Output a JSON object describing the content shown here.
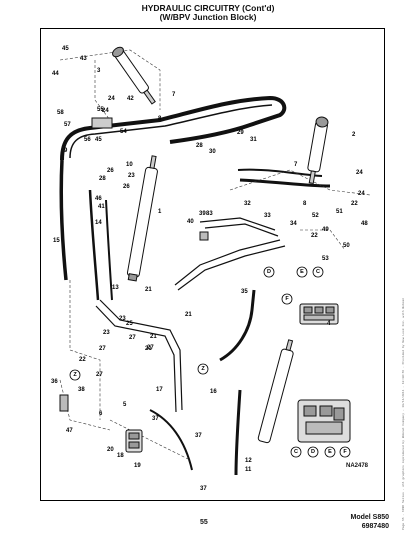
{
  "header": {
    "title": "HYDRAULIC CIRCUITRY (Cont'd)",
    "subtitle": "(W/BPV Junction Block)"
  },
  "diagram": {
    "callouts": [
      {
        "n": "45"
      },
      {
        "n": "43"
      },
      {
        "n": "3"
      },
      {
        "n": "44"
      },
      {
        "n": "42"
      },
      {
        "n": "24"
      },
      {
        "n": "24"
      },
      {
        "n": "7"
      },
      {
        "n": "58"
      },
      {
        "n": "55"
      },
      {
        "n": "57"
      },
      {
        "n": "8"
      },
      {
        "n": "54"
      },
      {
        "n": "56"
      },
      {
        "n": "45"
      },
      {
        "n": "9"
      },
      {
        "n": "10"
      },
      {
        "n": "26"
      },
      {
        "n": "28"
      },
      {
        "n": "23"
      },
      {
        "n": "26"
      },
      {
        "n": "46"
      },
      {
        "n": "41"
      },
      {
        "n": "2"
      },
      {
        "n": "29"
      },
      {
        "n": "31"
      },
      {
        "n": "28"
      },
      {
        "n": "30"
      },
      {
        "n": "7"
      },
      {
        "n": "24"
      },
      {
        "n": "24"
      },
      {
        "n": "8"
      },
      {
        "n": "32"
      },
      {
        "n": "22"
      },
      {
        "n": "52"
      },
      {
        "n": "51"
      },
      {
        "n": "48"
      },
      {
        "n": "1"
      },
      {
        "n": "14"
      },
      {
        "n": "40"
      },
      {
        "n": "39"
      },
      {
        "n": "83"
      },
      {
        "n": "33"
      },
      {
        "n": "34"
      },
      {
        "n": "49"
      },
      {
        "n": "22"
      },
      {
        "n": "50"
      },
      {
        "n": "15"
      },
      {
        "n": "53"
      },
      {
        "n": "13"
      },
      {
        "n": "21"
      },
      {
        "n": "35"
      },
      {
        "n": "21"
      },
      {
        "n": "23"
      },
      {
        "n": "25"
      },
      {
        "n": "27"
      },
      {
        "n": "21"
      },
      {
        "n": "27"
      },
      {
        "n": "4"
      },
      {
        "n": "23"
      },
      {
        "n": "21"
      },
      {
        "n": "27"
      },
      {
        "n": "22"
      },
      {
        "n": "27"
      },
      {
        "n": "36"
      },
      {
        "n": "38"
      },
      {
        "n": "17"
      },
      {
        "n": "16"
      },
      {
        "n": "5"
      },
      {
        "n": "6"
      },
      {
        "n": "37"
      },
      {
        "n": "47"
      },
      {
        "n": "20"
      },
      {
        "n": "18"
      },
      {
        "n": "19"
      },
      {
        "n": "37"
      },
      {
        "n": "12"
      },
      {
        "n": "11"
      },
      {
        "n": "37"
      }
    ],
    "port_labels": [
      {
        "l": "D"
      },
      {
        "l": "E"
      },
      {
        "l": "C"
      },
      {
        "l": "F"
      },
      {
        "l": "Z"
      },
      {
        "l": "Z"
      },
      {
        "l": "C"
      },
      {
        "l": "D"
      },
      {
        "l": "E"
      },
      {
        "l": "F"
      }
    ],
    "drawing_number": "NA2478"
  },
  "footer": {
    "page_number": "55",
    "model": "Model S850",
    "part_number": "6987480",
    "side_note": "Page 55 - 6986 Series - All graphics reproduced by Bobcat Company - 10/11/2011 - 10:38:55 - Provided by New Look Inc. with Bobcat"
  }
}
